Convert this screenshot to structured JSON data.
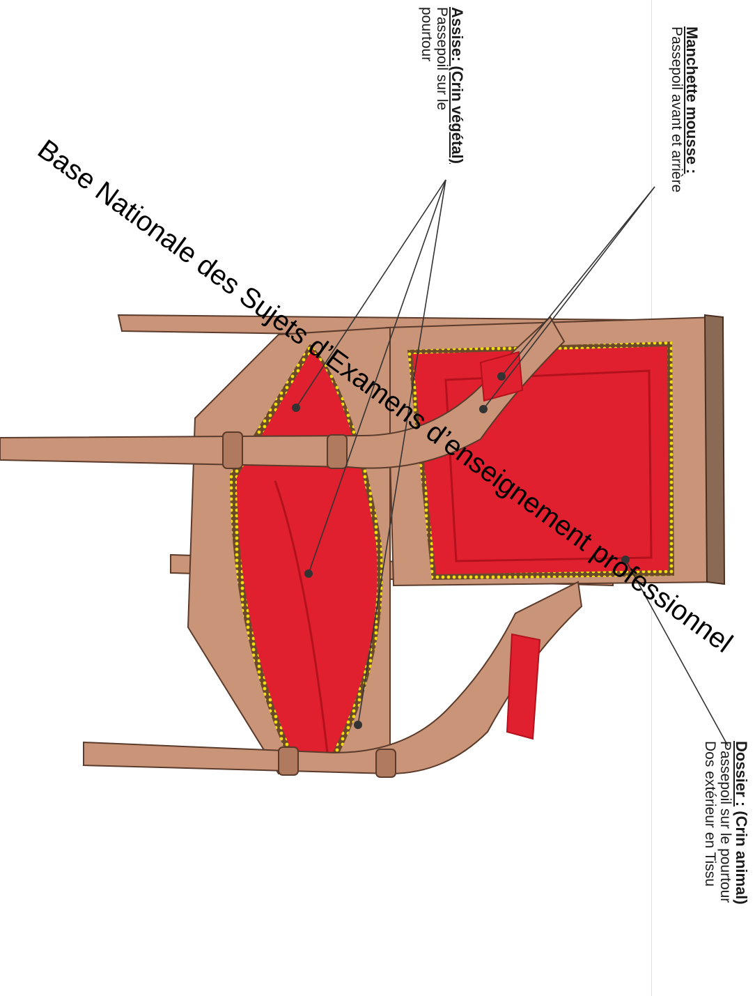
{
  "labels": {
    "manchette": {
      "title": "Manchette mousse :",
      "line1": "Passepoil avant et arrière"
    },
    "assise": {
      "title": "Assise: (Crin végétal)",
      "line1": "Passepoil sur le",
      "line2": "pourtour"
    },
    "dossier": {
      "title": "Dossier :",
      "title_suffix": " (Crin animal)",
      "line1": "Passepoil sur le pourtour",
      "line2": "Dos extérieur en Tissu"
    }
  },
  "watermark": "Base Nationale des Sujets d’Examens d’enseignement professionnel",
  "colors": {
    "fabric_red": "#e0202e",
    "fabric_dark": "#b3121d",
    "wood": "#c99478",
    "wood_dark": "#8a5a45",
    "piping": "#f2dc12",
    "leader": "#333333"
  }
}
